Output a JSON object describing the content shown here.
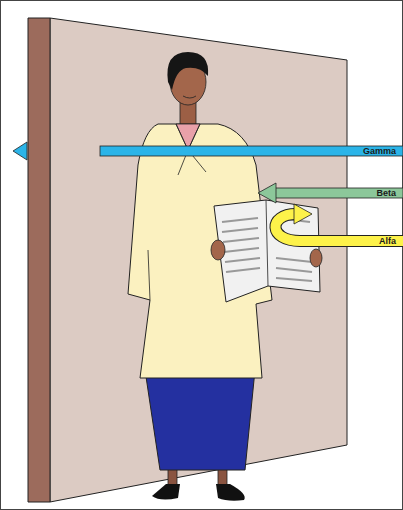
{
  "diagram": {
    "labels": [
      "Gamma",
      "Beta",
      "Alfa"
    ]
  }
}
